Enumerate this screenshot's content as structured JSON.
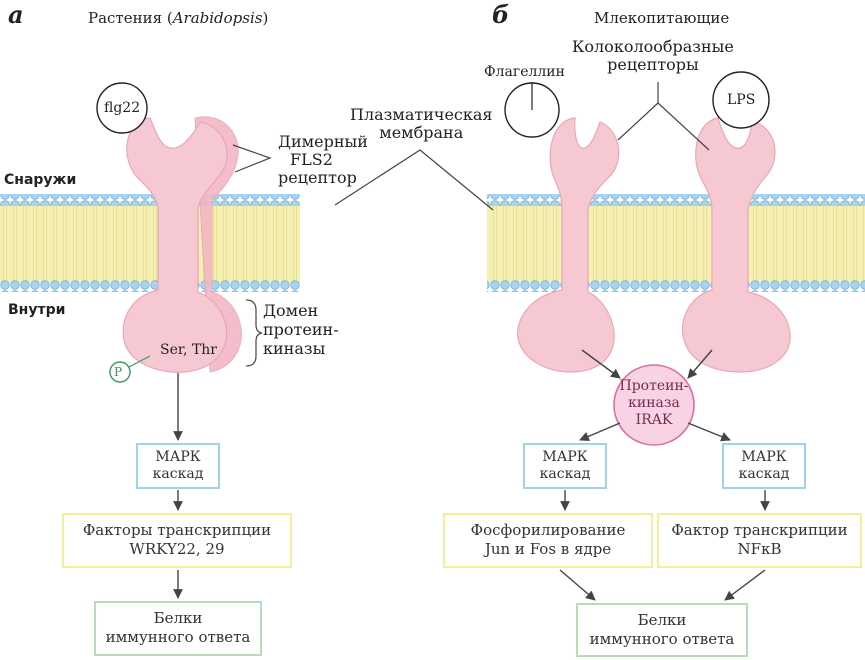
{
  "panel_a": {
    "letter": "а",
    "title_pre": "Растения (",
    "title_italic": "Arabidopsis",
    "title_post": ")",
    "ligand": "flg22",
    "receptor_label": [
      "Димерный",
      "FLS2",
      "рецептор"
    ],
    "domain_label": [
      "Домен",
      "протеин-",
      "киназы"
    ],
    "residues": "Ser, Thr",
    "phospho": "P",
    "mapk_box": [
      "МАРК",
      "каскад"
    ],
    "tf_box": [
      "Факторы транскрипции",
      "WRKY22, 29"
    ],
    "immune_box": [
      "Белки",
      "иммунного ответа"
    ]
  },
  "panel_b": {
    "letter": "б",
    "title": "Млекопитающие",
    "tlr_label": [
      "Колоколообразные",
      "рецепторы"
    ],
    "flagellin": "Флагеллин",
    "lps": "LPS",
    "irak_label": [
      "Протеин-",
      "киназа",
      "IRAK"
    ],
    "mapk_left": [
      "МАРК",
      "каскад"
    ],
    "mapk_right": [
      "МАРК",
      "каскад"
    ],
    "phospho_box": [
      "Фосфорилирование",
      "Jun и Fos в ядре"
    ],
    "tf_box": [
      "Фактор транскрипции",
      "NFκB"
    ],
    "immune_box": [
      "Белки",
      "иммунного ответа"
    ]
  },
  "membrane_label": [
    "Плазматическая",
    "мембрана"
  ],
  "outside_label": "Снаружи",
  "inside_label": "Внутри",
  "colors": {
    "receptor": "#f6c9d2",
    "receptor_stroke": "#e8a7b5",
    "lipid_head": "#a9d3ef",
    "lipid_tail": "#f4f0b4",
    "irak_fill": "#f7d3e4",
    "irak_stroke": "#d96fa4",
    "phospho": "#3a9a5a"
  }
}
